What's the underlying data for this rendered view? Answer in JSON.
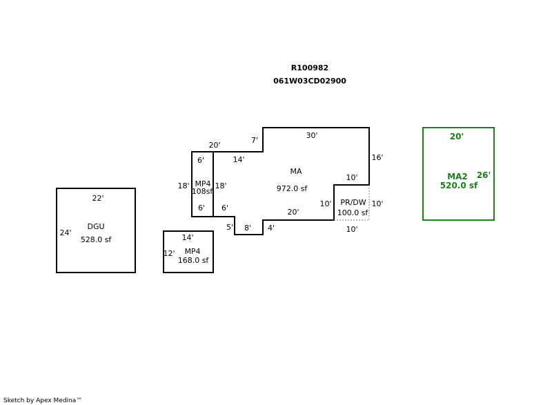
{
  "header": {
    "parcel_id": "R100982",
    "map_number": "061W03CD02900"
  },
  "credit": "Sketch by Apex Medina™",
  "colors": {
    "line": "#000000",
    "green": "#1a7f1a",
    "dashed": "#777777"
  },
  "areas": {
    "ma": {
      "name": "MA",
      "area": "972.0 sf",
      "dims": {
        "top_left": "7'",
        "top": "30'",
        "left_top": "14'",
        "right": "16'",
        "step_top": "10'",
        "step_left": "10'",
        "bottom": "20'",
        "step_bottom": "4'",
        "notch_bottom": "8'",
        "notch_side": "5'"
      }
    },
    "mp4_small": {
      "name": "MP4",
      "area": "108sf",
      "dims": {
        "top": "20'",
        "inner_top": "6'",
        "left": "18'",
        "right": "18'",
        "inner_bottom": "6'",
        "outside_bottom": "6'"
      }
    },
    "prdw": {
      "name": "PR/DW",
      "area": "100.0 sf",
      "dims": {
        "right": "10'",
        "bottom": "10'"
      }
    },
    "dgu": {
      "name": "DGU",
      "area": "528.0 sf",
      "dims": {
        "top": "22'",
        "left": "24'"
      }
    },
    "mp4_lower": {
      "name": "MP4",
      "area": "168.0 sf",
      "dims": {
        "top": "14'",
        "left": "12'"
      }
    },
    "ma2": {
      "name": "MA2",
      "area": "520.0 sf",
      "dims": {
        "top": "20'",
        "right": "26'"
      }
    }
  }
}
